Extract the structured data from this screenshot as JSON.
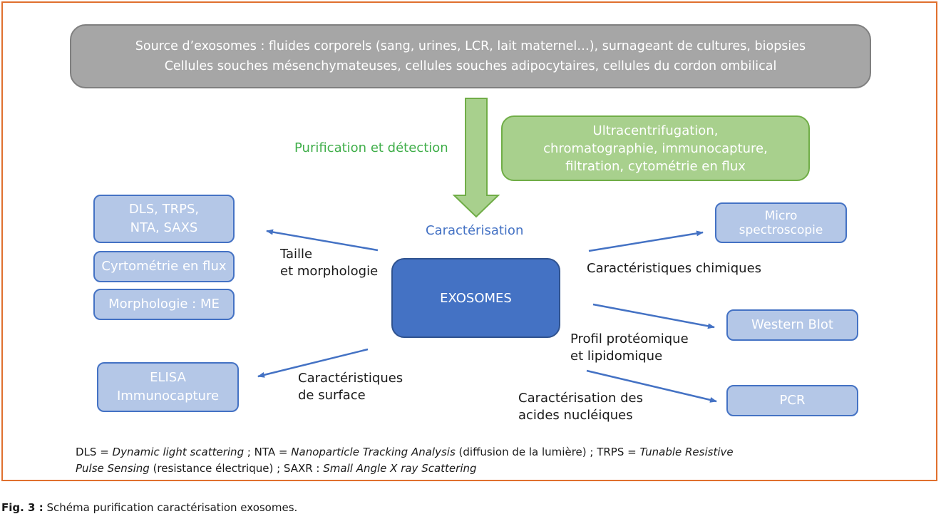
{
  "source": {
    "line1": "Source d’exosomes : fluides corporels (sang, urines, LCR, lait maternel…), surnageant de cultures, biopsies",
    "line2": "Cellules souches mésenchymateuses, cellules souches adipocytaires, cellules du cordon ombilical"
  },
  "purification": {
    "label": "Purification et détection",
    "methods": [
      "Ultracentrifugation,",
      "chromatographie, immunocapture,",
      "filtration, cytométrie en flux"
    ]
  },
  "characterisation_label": "Caractérisation",
  "center": "EXOSOMES",
  "left": {
    "size_methods": [
      "DLS,  TRPS,",
      "NTA, SAXS"
    ],
    "flow": "Cyrtométrie en flux",
    "morpho": "Morphologie : ME",
    "size_label": [
      "Taille",
      "et morphologie"
    ],
    "surface_methods": [
      "ELISA",
      "Immunocapture"
    ],
    "surface_label": [
      "Caractéristiques",
      "de surface"
    ]
  },
  "right": {
    "micro": [
      "Micro",
      "spectroscopie"
    ],
    "chem_label": "Caractéristiques chimiques",
    "western": "Western Blot",
    "prot_label": [
      "Profil protéomique",
      "et lipidomique"
    ],
    "pcr": "PCR",
    "nucleic_label": [
      "Caractérisation des",
      "acides nucléiques"
    ]
  },
  "note": {
    "p1": "DLS = ",
    "i1": "Dynamic light scattering",
    "p2": " ; NTA = ",
    "i2": "Nanoparticle Tracking Analysis",
    "p3": " (diffusion de la lumière) ; TRPS = ",
    "i3": "Tunable Resistive",
    "i4": "Pulse Sensing",
    "p4": " (resistance électrique) ; SAXR : ",
    "i5": "Small Angle X ray Scattering"
  },
  "caption": {
    "bold": "Fig. 3 :",
    "text": " Schéma purification caractérisation exosomes."
  },
  "colors": {
    "frame": "#e0702e",
    "source_fill": "#a6a6a6",
    "green_fill": "#a8d08d",
    "green_text": "#3fae49",
    "blue_fill": "#b4c7e7",
    "blue_dark": "#4472c4"
  }
}
